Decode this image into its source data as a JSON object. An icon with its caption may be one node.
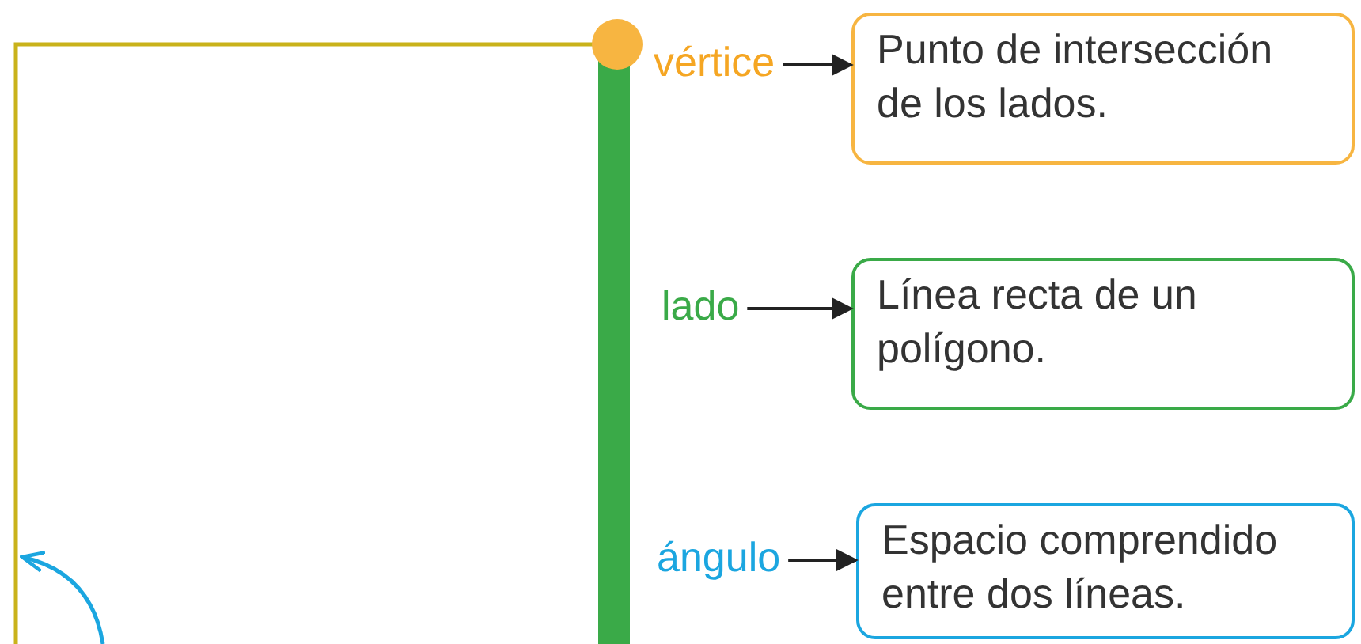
{
  "diagram": {
    "nodes": [
      {
        "text": [
          "vértice"
        ]
      },
      {
        "text": [
          "Punto de intersección de los lados."
        ]
      },
      {
        "text": [
          "lado"
        ]
      },
      {
        "text": [
          "Línea recta de un polígono."
        ]
      },
      {
        "text": [
          "ángulo"
        ]
      },
      {
        "text": [
          "Espacio comprendido entre dos líneas."
        ]
      }
    ],
    "edges": [
      {
        "from": 0,
        "to": 1,
        "arrow": "to"
      },
      {
        "from": 2,
        "to": 3,
        "arrow": "to"
      },
      {
        "from": 4,
        "to": 5,
        "arrow": "to"
      }
    ]
  }
}
